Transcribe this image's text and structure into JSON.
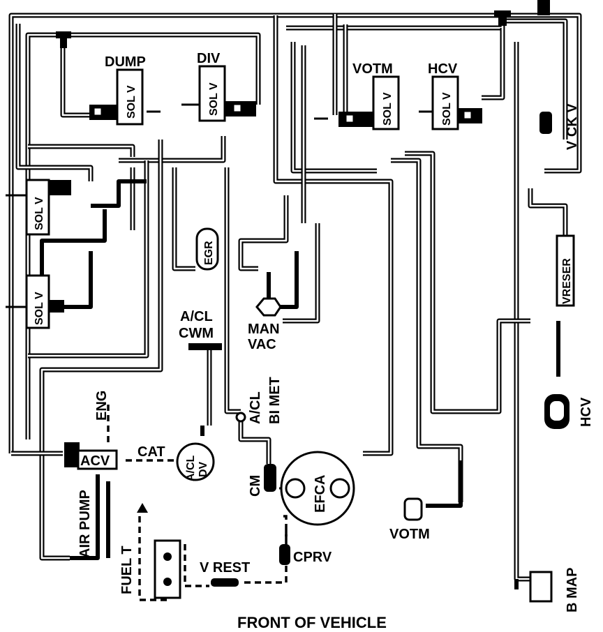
{
  "labels": {
    "dump": "DUMP",
    "div": "DIV",
    "votm_top": "VOTM",
    "hcv_top": "HCV",
    "sol_v": "SOL V",
    "vckv": "V CK V",
    "egr": "EGR",
    "vreser": "VRESER",
    "acl_cwm_1": "A/CL",
    "acl_cwm_2": "CWM",
    "man_vac_1": "MAN",
    "man_vac_2": "VAC",
    "acl_bimet_1": "A/CL",
    "acl_bimet_2": "BI MET",
    "hcv_side": "HCV",
    "eng": "ENG",
    "cat": "CAT",
    "acv": "ACV",
    "acl_dv_1": "A/CL",
    "acl_dv_2": "DV",
    "air_pump": "AIR PUMP",
    "cm": "CM",
    "efca": "EFCA",
    "votm_bottom": "VOTM",
    "fuel_t": "FUEL T",
    "v_rest": "V REST",
    "cprv": "CPRV",
    "b_map": "B MAP",
    "front_of_vehicle": "FRONT OF VEHICLE"
  }
}
